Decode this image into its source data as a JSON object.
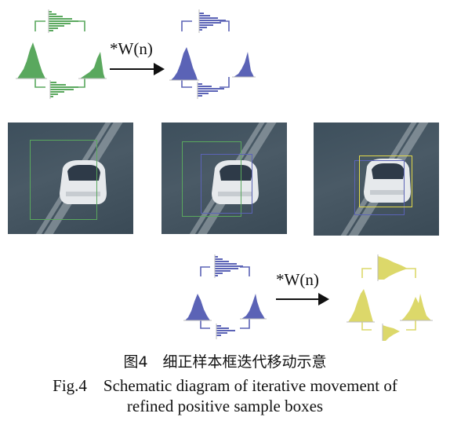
{
  "operator": "*W(n)",
  "colors": {
    "green": "#5aa85e",
    "blue": "#5b63b6",
    "yellow": "#dcd86a"
  },
  "caption": {
    "chinese": "图4　细正样本框迭代移动示意",
    "english_line1": "Fig.4　Schematic diagram of iterative movement of",
    "english_line2": "refined positive sample boxes"
  }
}
